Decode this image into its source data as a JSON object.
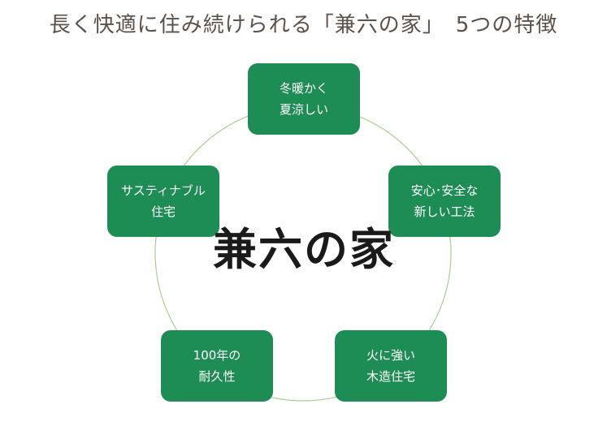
{
  "title": "長く快適に住み続けられる「兼六の家」　5つの特徴",
  "center_logo": "兼六の家",
  "accent_color": "#1e8c55",
  "ring_color": "#a9cf94",
  "features": [
    {
      "line1": "冬暖かく",
      "line2": "夏涼しい"
    },
    {
      "line1": "安心･安全な",
      "line2": "新しい工法"
    },
    {
      "line1": "火に強い",
      "line2": "木造住宅"
    },
    {
      "line1": "100年の",
      "line2": "耐久性"
    },
    {
      "line1": "サスティナブル",
      "line2": "住宅"
    }
  ]
}
